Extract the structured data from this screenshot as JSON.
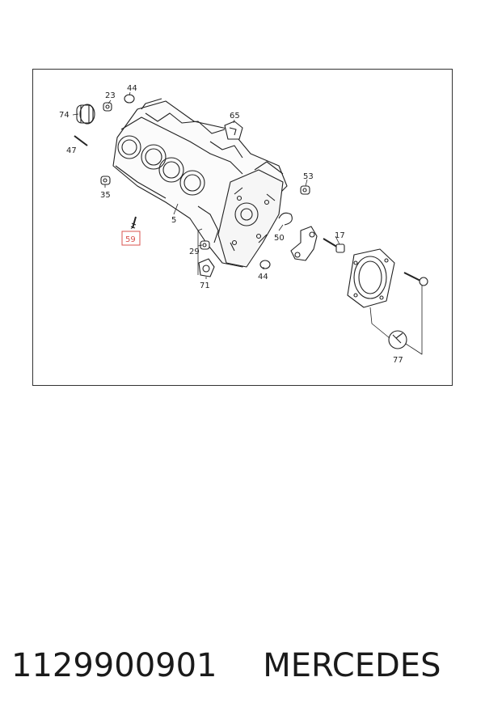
{
  "diagram": {
    "callouts": {
      "c74": "74",
      "c23": "23",
      "c44a": "44",
      "c65": "65",
      "c47": "47",
      "c35": "35",
      "c53": "53",
      "c5": "5",
      "c50": "50",
      "c17": "17",
      "c59": "59",
      "c29": "29",
      "c44b": "44",
      "c71": "71",
      "c77": "77"
    },
    "highlight_color": "#d9534f"
  },
  "footer": {
    "part_number": "1129900901",
    "brand": "MERCEDES"
  }
}
